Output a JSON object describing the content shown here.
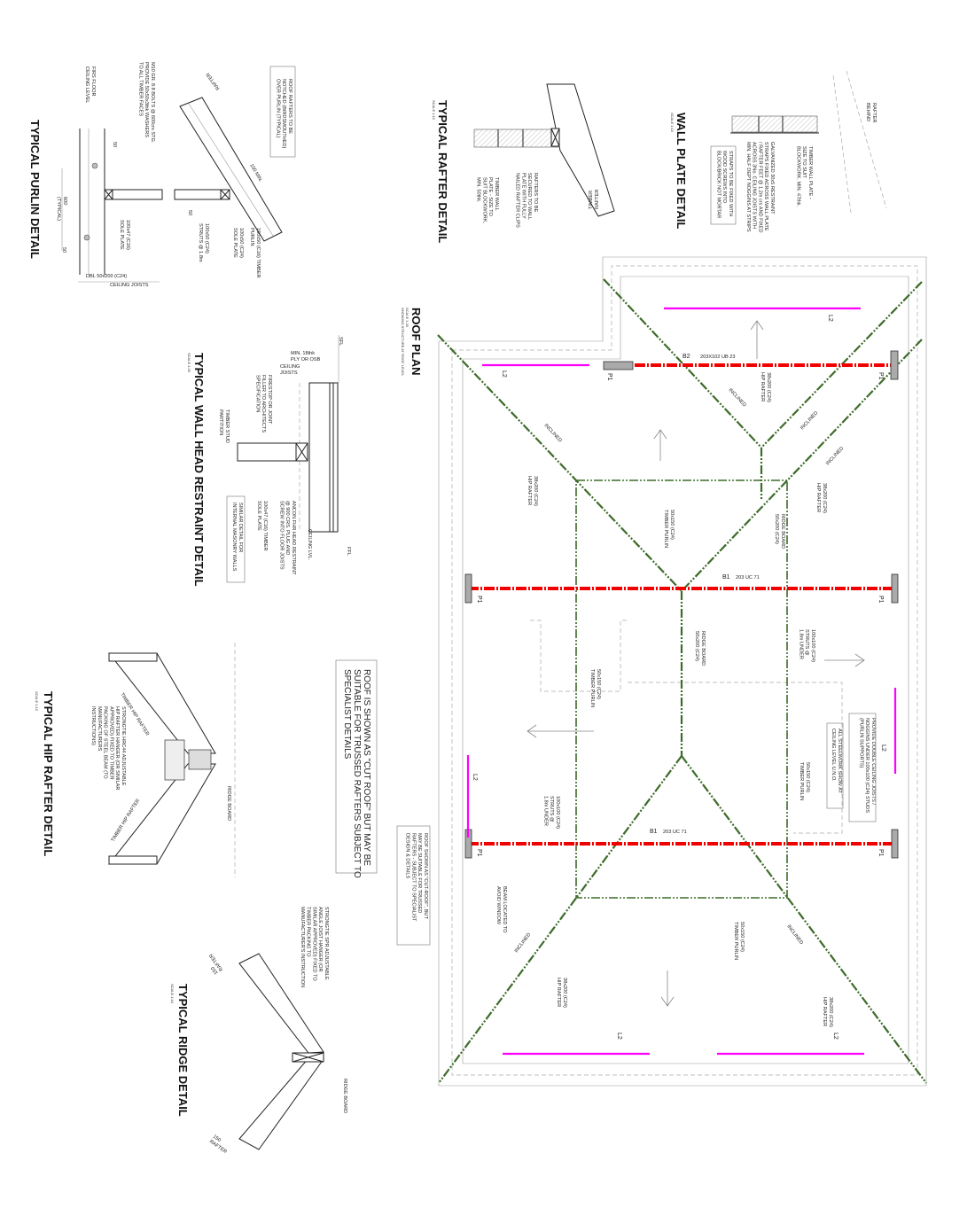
{
  "purlin_detail": {
    "title": "TYPICAL PURLIN DETAIL",
    "note_box": [
      "ROOF RAFTERS TO BE",
      "NOTCHED (BIRDSMOUTHED)",
      "OVER PURLIN (TYPICAL)"
    ],
    "rafter": "RAFTER",
    "min_dim": "100 MIN.",
    "bolts": [
      "M10 GR. 8.8 BOLTS @ 600crs STG.",
      "PROVIDE 50x50x3thk WASHERS",
      "TO ALL TIMBER FACES"
    ],
    "ceiling_level": [
      "FIRS FLOOR",
      "CEILING LEVEL"
    ],
    "dim_50_a": "50",
    "dim_600": [
      "600",
      "(TYPICAL)"
    ],
    "dim_50_b": "50",
    "dim_50_c": "50",
    "sole_plate_a": [
      "100x47 (C16)",
      "SOLE PLATE"
    ],
    "purlin": [
      "150x50 (C16) TIMBER",
      "PURLIN"
    ],
    "sole_plate_b": [
      "100x50 (C24)",
      "SOLE PLATE"
    ],
    "struts": [
      "100x50 (C24)",
      "STRUTS @ 1.8m"
    ],
    "joists": "DBL 50x200 (C24)",
    "joists_label": "CEILING JOISTS"
  },
  "rafter_detail": {
    "title": "TYPICAL RAFTER DETAIL",
    "scale": "SCALE 1:10",
    "rafter_clips": [
      "RAFTERS TO BE",
      "SECURED TO WALL",
      "PLATE WITH FULLY",
      "NAILED RAFTER CLIPS"
    ],
    "wall_plate": [
      "TIMBER WALL",
      "PLATE - SIZE TO",
      "SUIT BLOCKWORK.",
      "MIN. 50thk."
    ],
    "timber_rafter": [
      "TIMBER",
      "RAFTER"
    ]
  },
  "wall_plate_detail": {
    "title": "WALL PLATE DETAIL",
    "scale": "SCALE 1:10",
    "rafter_behind": [
      "RAFTER",
      "BEHIND"
    ],
    "wall_plate": [
      "TIMBER WALL PLATE -",
      "SIZE TO SUIT",
      "BLOCKWORK. MIN. 47thk."
    ],
    "straps": [
      "GALVANIZED 30x5 RESTRAINT",
      "STRAPS FIXED ACROSS WALL PLATE",
      "/ RAFTER FEET @ 1.2m crs AND FIXED",
      "ACROSS 3No. CEILING JOISTS WITH",
      "MIN. HALF DEPT NOGGINS AT STRIPS"
    ],
    "straps_note": [
      "STRAPS TO BE FIXED WITH",
      "WOOD SCREWS INTO",
      "BLOCK/BRICK NOT MORTAR"
    ]
  },
  "wall_head_detail": {
    "title": "TYPICAL WALL HEAD RESTRAINT DETAIL",
    "scale": "SCALE 1:25",
    "sfl": "SFL",
    "ply": [
      "MIN. 18thk",
      "PLY OR OSB"
    ],
    "ceiling_joists": [
      "CEILING",
      "JOISTS"
    ],
    "firestop": [
      "FIRESTOP OR JOINT",
      "FILLER TO ARCHITECTS",
      "SPECIFICATION"
    ],
    "partition": [
      "TIMBER STUD",
      "PARTITION"
    ],
    "ancon": [
      "ANCON FHR HEAD RESTRAINT",
      "@ 900 CRS. PLUG AND",
      "SCREW INTO FLOOR JOISTS"
    ],
    "sole_plate": [
      "100x47 (C16) TIMBER",
      "SOLE PLATE"
    ],
    "similar": [
      "SIMILAR  DETAIL FOR",
      "INTERNAL MASONRY WALLS"
    ],
    "ceiling_lvl": "CEILING  LVL.",
    "ffl": "FFL"
  },
  "hip_detail": {
    "title": "TYPICAL HIP RAFTER DETAIL",
    "scale": "SCALE 1:10",
    "hip_rafter_a": "TIMBER HIP RAFTER",
    "hip_rafter_b": "TIMBER HIP RAFTER",
    "hanger": [
      "STRONGTIE HRC44 ADJUSTABLE",
      "HIP RAFTER HANGER (OR SIMILAR",
      "APPROVED) FIXED TO TIMBER",
      "PACKING OF STEEL BEAM (TO",
      "MANUFACTURERS",
      "INSTRUCTIONS)"
    ],
    "ridge_board": "RIDGE BOARD"
  },
  "cut_roof_note": [
    "ROOF IS SHOWN AS \"CUT ROOF\" BUT MAY BE",
    "SUITABLE FOR TRUSSED RAFTERS SUBJECT TO",
    "SPECIALIST DETAILS"
  ],
  "ridge_detail": {
    "title": "TYPICAL RIDGE DETAIL",
    "scale": "SCALE 1:10",
    "hanger": [
      "STRONGTIE SPR ADJUSTABLE",
      "ANGLE JOIST HANGER (OR",
      "SIMILAR APPROVED) FIXED TO",
      "TIMBER PACKING TO",
      "MANUFACTURER'S INSTRUCTION"
    ],
    "ridge_board": "RIDGE BOARD",
    "rafter_a": [
      "150",
      "RAFTER"
    ],
    "rafter_b": [
      "150",
      "RAFTER"
    ]
  },
  "roof_plan": {
    "title": "ROOF PLAN",
    "subtitle": [
      "SCALE 1:25",
      "SHOWING STRUCTURE AT ROOF LEVEL"
    ],
    "lintel": "L2",
    "post": "P1",
    "b2": {
      "id": "B2",
      "section": "203X102 UB 23"
    },
    "b1": {
      "id": "B1",
      "section": "203 UC 71"
    },
    "hip_rafter": [
      "38x200 (C24)",
      "HIP RAFTER"
    ],
    "inclined": "INCLINED",
    "purlin": [
      "50x150 (C24)",
      "TIMBER PURLIN"
    ],
    "ridge_board": [
      "RIDGE BOARD",
      "50x200 (C24)"
    ],
    "struts": [
      "100x100 (C24)",
      "STRUTS @",
      "1.8m UNDER"
    ],
    "beam_window": [
      "BEAM LOCATED TO",
      "AVOID WINDOW"
    ],
    "double_joists": [
      "PROVIDE DOUBLE CEILING JOISTS /",
      "NOGGINS UNDER 100x100 (C24) STUDS",
      "(PURLIN SUPPORTS)"
    ],
    "steelwork": [
      "ALL STEELWORK SHOW AT",
      "CEILING LEVEL U.N.O."
    ],
    "cut_roof": [
      "ROOF SHOWN AS \"CUT-ROOF\", BUT",
      "MAY BE SUITABLE FOR TRUSSED",
      "RAFTERS - SUBJECT TO SPECIALIST",
      "DESIGN & DETAILS"
    ]
  },
  "colors": {
    "hip": "#3d6b2a",
    "beam": "#f20000",
    "lintel": "#ff00ff",
    "post": "#aaaaaa"
  }
}
